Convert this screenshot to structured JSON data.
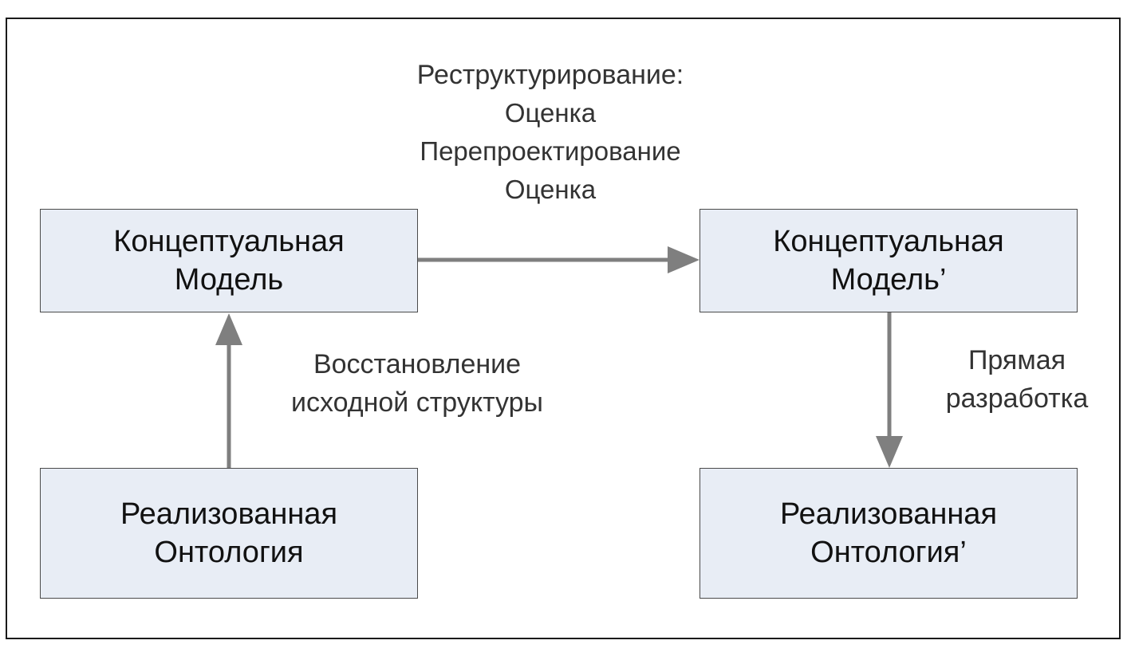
{
  "diagram": {
    "nodes": {
      "conceptual_model": {
        "line1": "Концептуальная",
        "line2": "Модель"
      },
      "conceptual_model_prime": {
        "line1": "Концептуальная",
        "line2": "Модель’"
      },
      "implemented_ontology": {
        "line1": "Реализованная",
        "line2": "Онтология"
      },
      "implemented_ontology_prime": {
        "line1": "Реализованная",
        "line2": "Онтология’"
      }
    },
    "labels": {
      "restructuring": {
        "title": "Реструктурирование:",
        "step1": "Оценка",
        "step2": "Перепроектирование",
        "step3": "Оценка"
      },
      "recovery": {
        "line1": "Восстановление",
        "line2": "исходной структуры"
      },
      "direct": {
        "line1": "Прямая",
        "line2": "разработка"
      }
    },
    "edges": [
      {
        "from": "implemented_ontology",
        "to": "conceptual_model",
        "label": "recovery"
      },
      {
        "from": "conceptual_model",
        "to": "conceptual_model_prime",
        "label": "restructuring"
      },
      {
        "from": "conceptual_model_prime",
        "to": "implemented_ontology_prime",
        "label": "direct"
      }
    ],
    "colors": {
      "box_fill": "#e8edf5",
      "arrow": "#7f7f7f"
    }
  }
}
